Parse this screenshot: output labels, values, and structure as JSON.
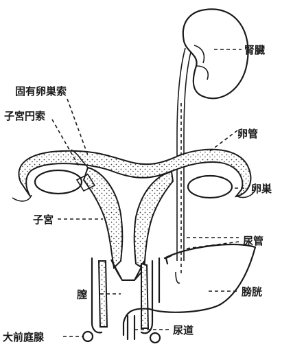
{
  "labels": {
    "kidney": "腎臓",
    "ovarian_ligament": "固有卵巣索",
    "round_ligament": "子宮円索",
    "fallopian_tube": "卵管",
    "ovary": "卵巣",
    "uterus": "子宮",
    "ureter": "尿管",
    "vagina": "膣",
    "bladder": "膀胱",
    "bartholin_gland": "大前庭腺",
    "urethra": "尿道"
  },
  "colors": {
    "ink": "#1a1a1a",
    "paper": "#ffffff",
    "stipple": "#444444"
  }
}
